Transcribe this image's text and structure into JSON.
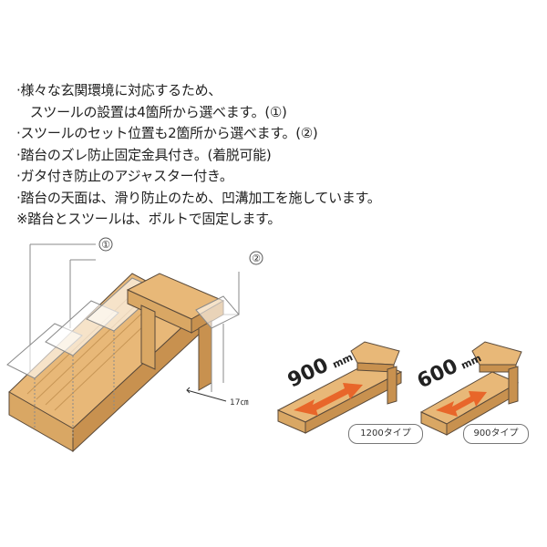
{
  "notes": [
    "·様々な玄関環境に対応するため、",
    "　スツールの設置は4箇所から選べます。(①)",
    "·スツールのセット位置も2箇所から選べます。(②)",
    "·踏台のズレ防止固定金具付き。(着脱可能)",
    "·ガタ付き防止のアジャスター付き。",
    "·踏台の天面は、滑り防止のため、凹溝加工を施しています。",
    "※踏台とスツールは、ボルトで固定します。"
  ],
  "callouts": {
    "one": "①",
    "two": "②",
    "gap": "17㎝"
  },
  "variants": [
    {
      "size": "900",
      "unit": "mm",
      "type_label": "1200タイプ"
    },
    {
      "size": "600",
      "unit": "mm",
      "type_label": "900タイプ"
    }
  ],
  "colors": {
    "wood_top": "#e8b878",
    "wood_front": "#d9a764",
    "wood_side": "#c8914f",
    "arrow": "#e8662a",
    "outline": "#5a4a3a",
    "ghost": "#8a8a8a"
  }
}
